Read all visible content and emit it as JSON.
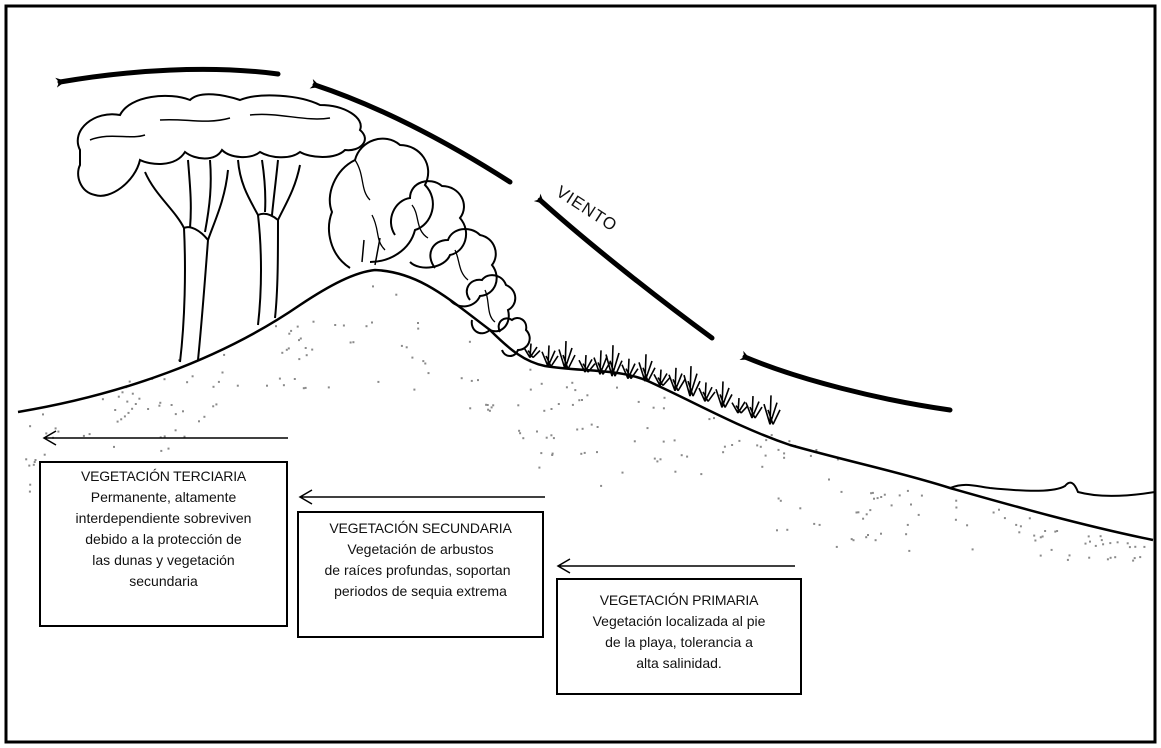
{
  "wind": {
    "label": "VIENTO"
  },
  "boxes": {
    "tertiary": {
      "title": "VEGETACIÓN TERCIARIA",
      "lines": [
        "Permanente, altamente",
        "interdependiente sobreviven",
        "debido a la protección de",
        "las dunas y vegetación",
        "secundaria"
      ]
    },
    "secondary": {
      "title": "VEGETACIÓN SECUNDARIA",
      "lines": [
        "Vegetación de arbustos",
        "de raíces  profundas, soportan",
        "periodos de sequia extrema"
      ]
    },
    "primary": {
      "title": "VEGETACIÓN PRIMARIA",
      "lines": [
        "Vegetación localizada al pie",
        "de la playa, tolerancia a",
        "alta salinidad."
      ]
    }
  },
  "colors": {
    "ink": "#000000",
    "sand_dots": "#7a7a7a",
    "background": "#ffffff"
  }
}
